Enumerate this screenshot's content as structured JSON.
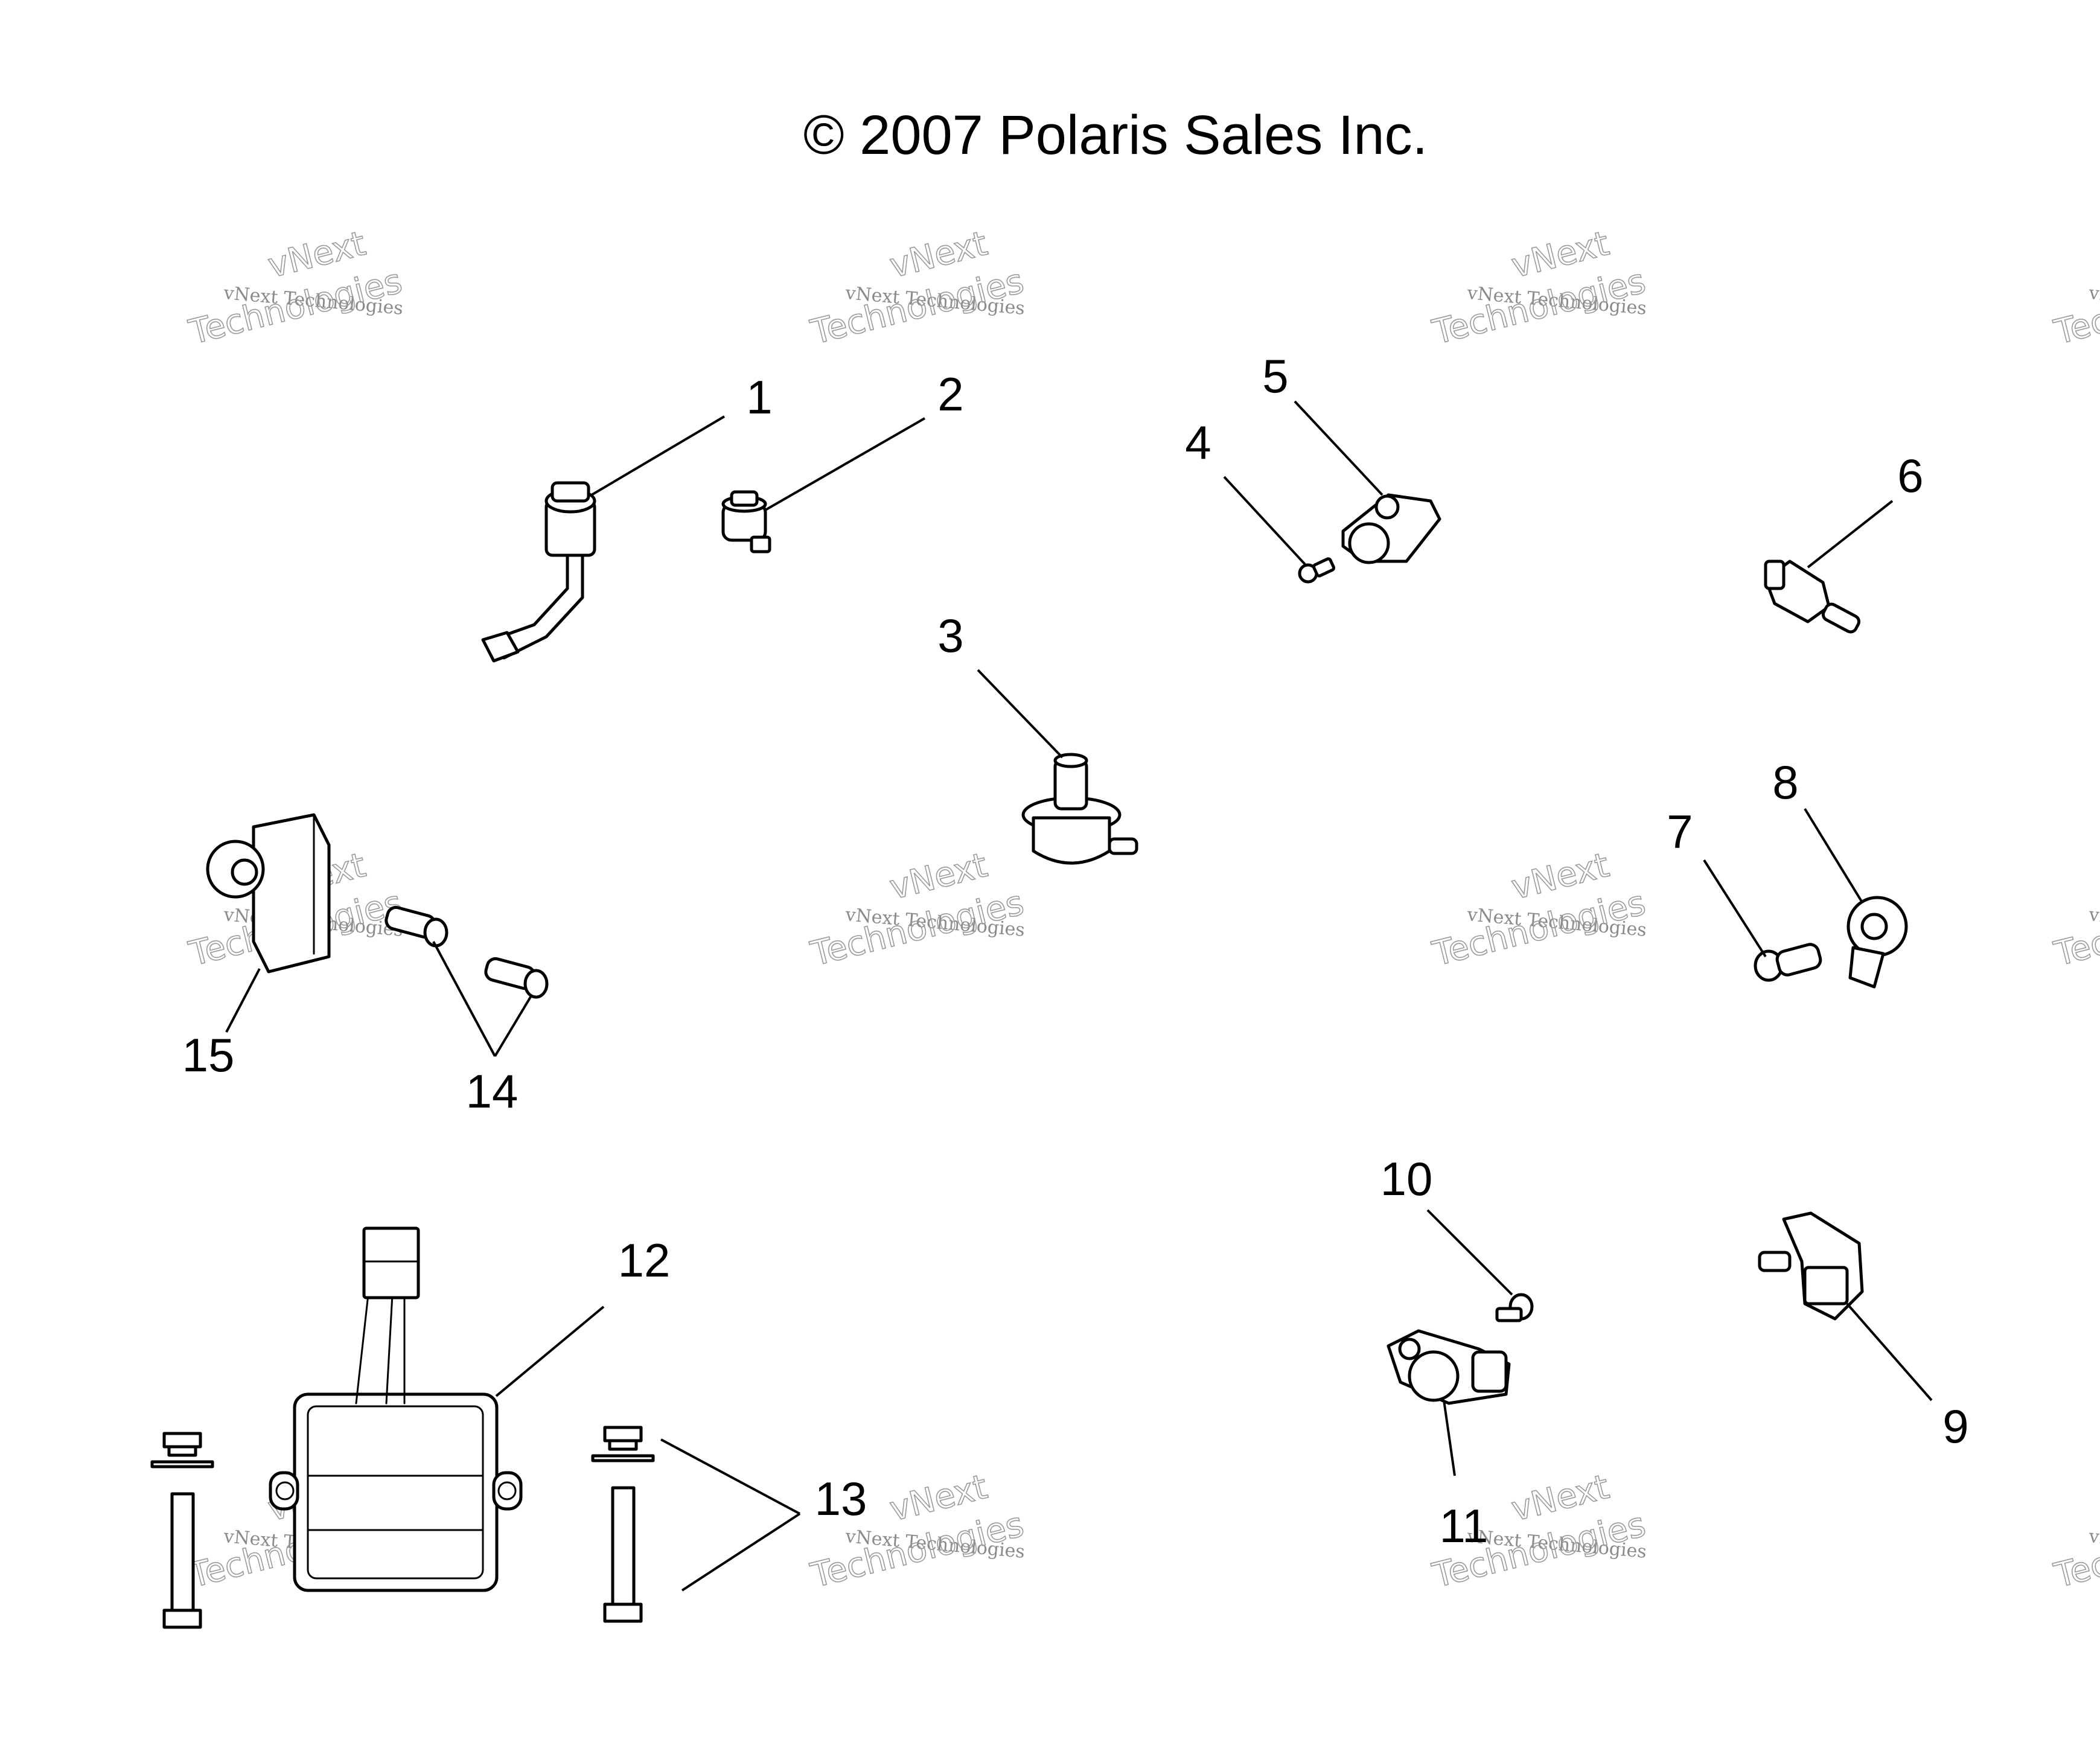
{
  "diagram": {
    "title": "© 2007 Polaris Sales Inc.",
    "callouts": [
      {
        "id": "1",
        "label": "1"
      },
      {
        "id": "2",
        "label": "2"
      },
      {
        "id": "3",
        "label": "3"
      },
      {
        "id": "4",
        "label": "4"
      },
      {
        "id": "5",
        "label": "5"
      },
      {
        "id": "6",
        "label": "6"
      },
      {
        "id": "7",
        "label": "7"
      },
      {
        "id": "8",
        "label": "8"
      },
      {
        "id": "9",
        "label": "9"
      },
      {
        "id": "10",
        "label": "10"
      },
      {
        "id": "11",
        "label": "11"
      },
      {
        "id": "12",
        "label": "12"
      },
      {
        "id": "13",
        "label": "13"
      },
      {
        "id": "14",
        "label": "14"
      },
      {
        "id": "15",
        "label": "15"
      }
    ],
    "watermark": {
      "small": "vNext Technologies",
      "large_top": "vNext",
      "large_bottom": "Technologies"
    }
  }
}
